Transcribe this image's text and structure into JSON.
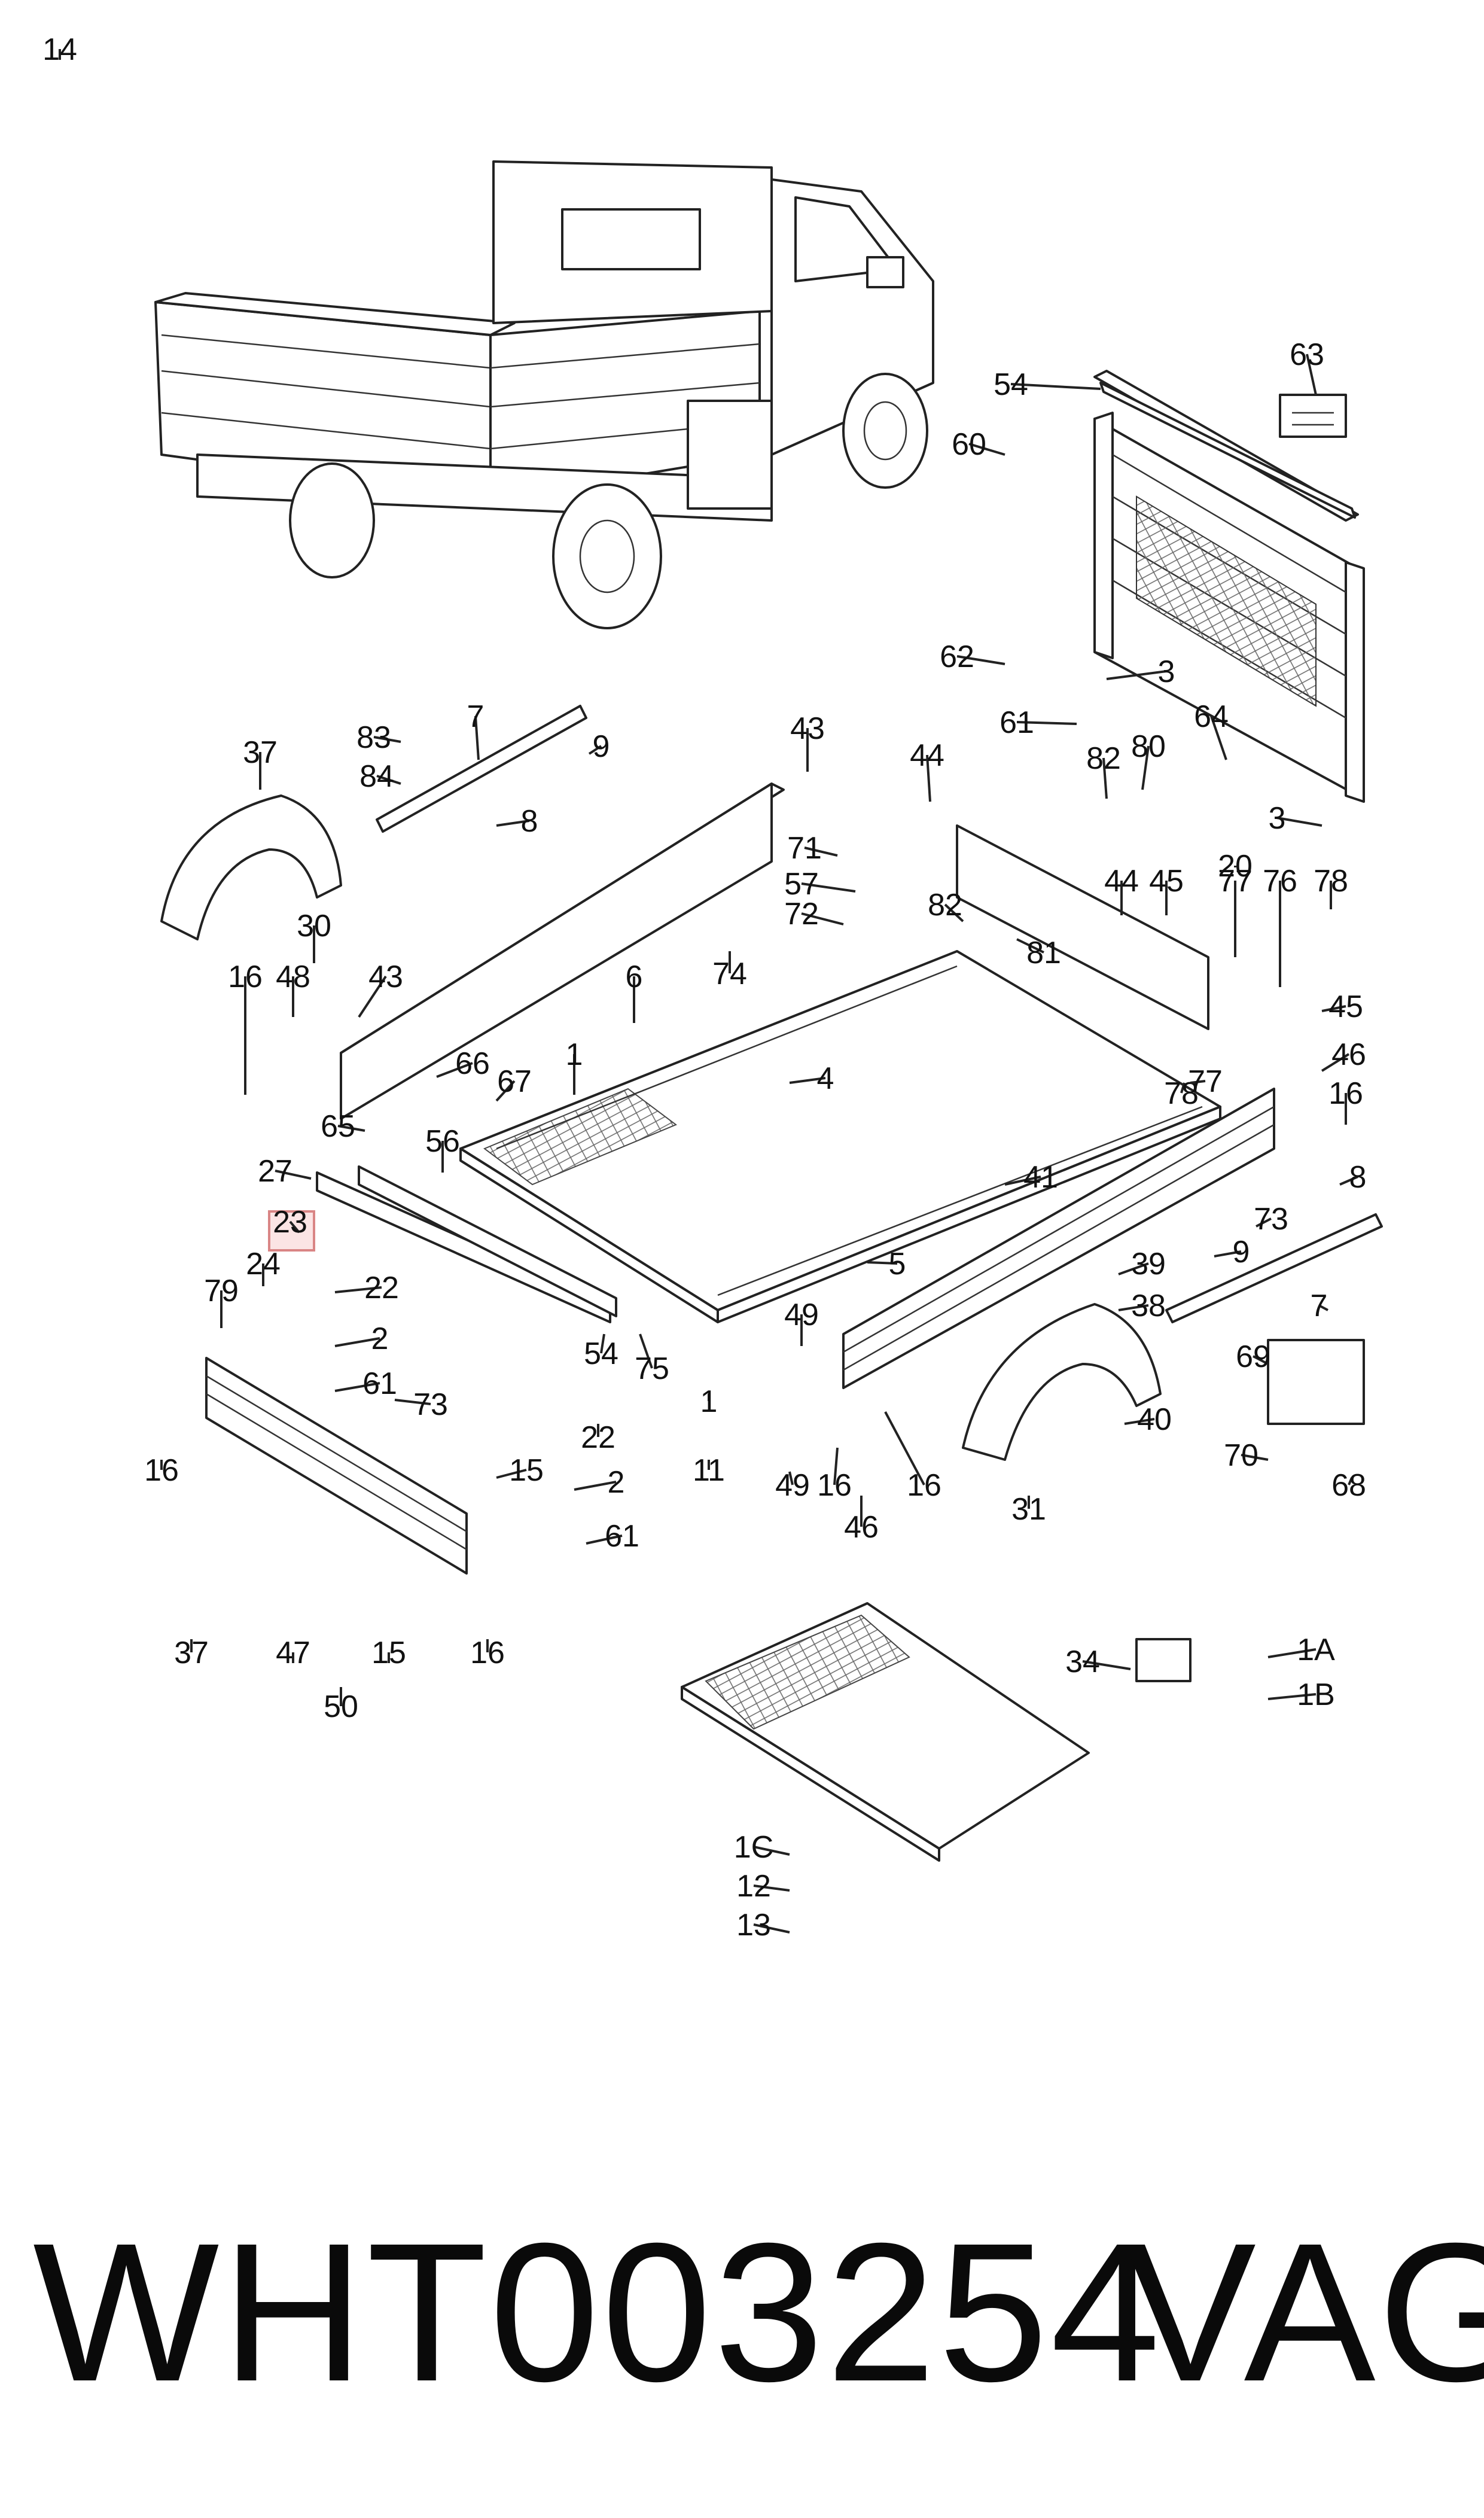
{
  "diagram": {
    "highlighted_callout": "23",
    "colors": {
      "line": "#222222",
      "highlight_fill": "#fbe4e4",
      "highlight_stroke": "#d98585"
    },
    "callouts": [
      "63",
      "54",
      "60",
      "62",
      "3",
      "61",
      "64",
      "3",
      "83",
      "7",
      "9",
      "84",
      "8",
      "37",
      "43",
      "71",
      "57",
      "72",
      "44",
      "82",
      "80",
      "20",
      "44",
      "45",
      "77",
      "76",
      "78",
      "82",
      "81",
      "30",
      "6",
      "74",
      "16",
      "48",
      "43",
      "66",
      "67",
      "1",
      "4",
      "65",
      "56",
      "27",
      "23",
      "24",
      "22",
      "79",
      "2",
      "61",
      "45",
      "46",
      "16",
      "78",
      "77",
      "8",
      "73",
      "41",
      "5",
      "39",
      "38",
      "9",
      "49",
      "7",
      "54",
      "75",
      "1",
      "11",
      "69",
      "16",
      "73",
      "22",
      "15",
      "2",
      "61",
      "40",
      "68",
      "70",
      "16",
      "49",
      "16",
      "46",
      "31",
      "37",
      "47",
      "15",
      "16",
      "50",
      "34",
      "1A",
      "1B",
      "1C",
      "12",
      "13",
      "14"
    ]
  },
  "footer": {
    "part_number": "WHT003254",
    "brand": "VAG"
  }
}
